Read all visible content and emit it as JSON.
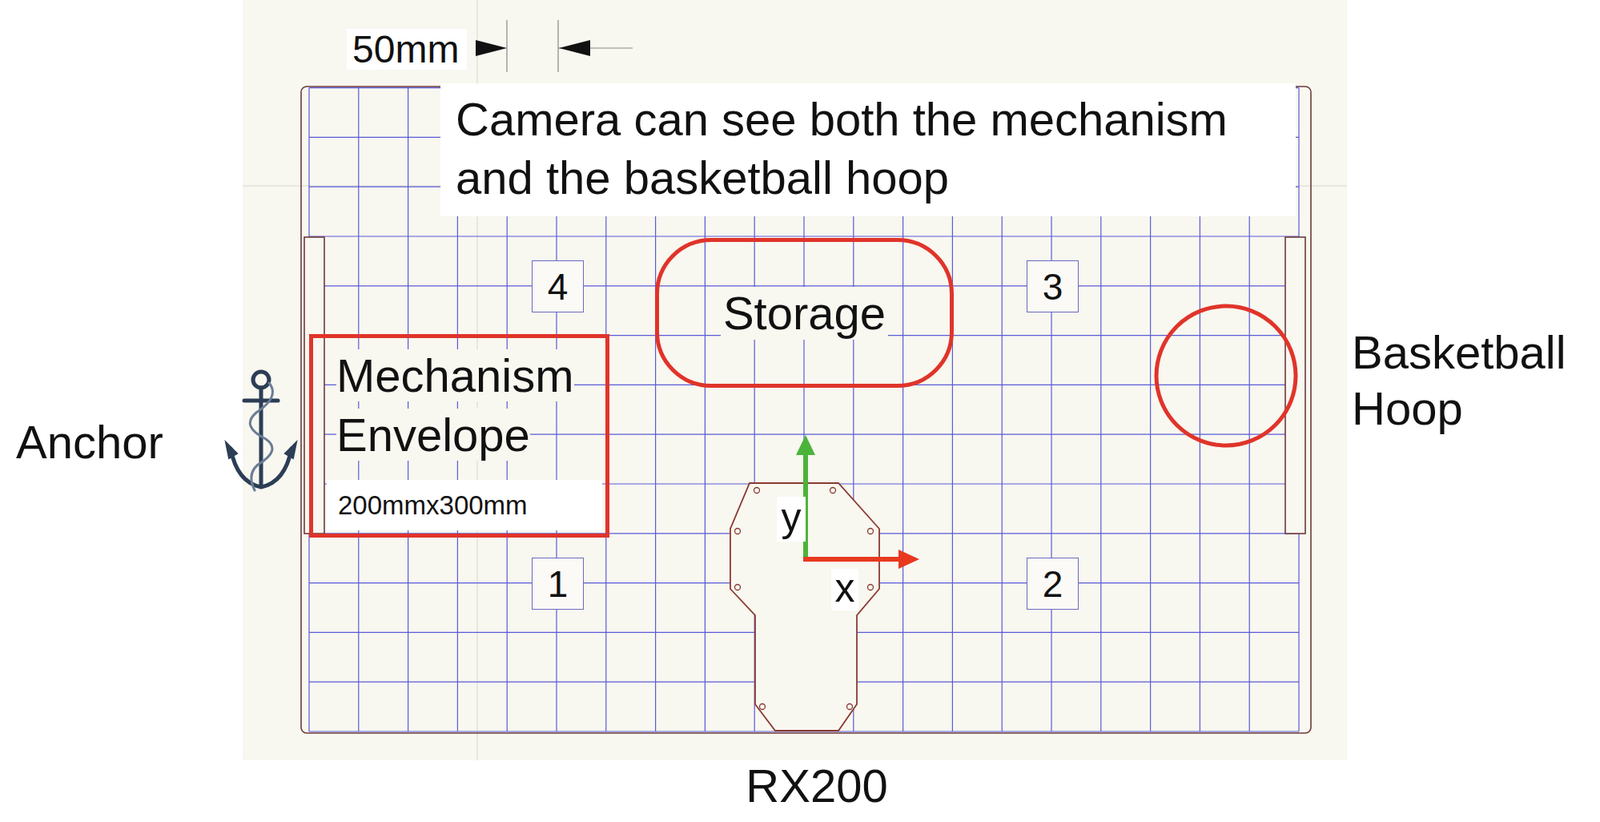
{
  "diagram": {
    "nodes": [
      {
        "text": [
          "Camera can see both the mechanism and the basketball hoop"
        ]
      },
      {
        "text": [
          "4"
        ]
      },
      {
        "text": [
          "Storage"
        ]
      },
      {
        "text": [
          "3"
        ]
      },
      {
        "text": [
          "Mechanism Envelope",
          "200mmx300mm"
        ]
      },
      {
        "text": [
          "1"
        ]
      },
      {
        "text": [
          "2"
        ]
      }
    ],
    "labels": [
      "50mm",
      "Anchor",
      "Basketball Hoop",
      "y",
      "x",
      "RX200"
    ]
  }
}
